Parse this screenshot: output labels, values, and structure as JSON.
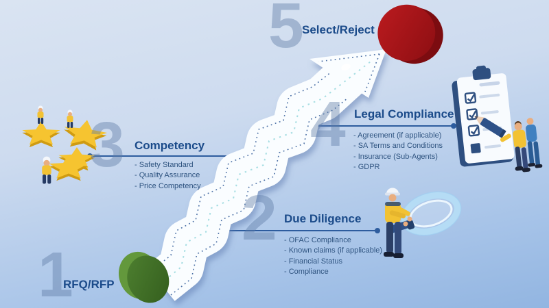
{
  "steps": [
    {
      "number": "1",
      "title": "RFQ/RFP",
      "bullets": []
    },
    {
      "number": "2",
      "title": "Due Diligence",
      "bullets": [
        "- OFAC Compliance",
        "- Known claims (if applicable)",
        "- Financial Status",
        "- Compliance"
      ]
    },
    {
      "number": "3",
      "title": "Competency",
      "bullets": [
        "- Safety Standard",
        "- Quality Assurance",
        "- Price Competency"
      ]
    },
    {
      "number": "4",
      "title": "Legal Compliance",
      "bullets": [
        "- Agreement (if applicable)",
        "- SA Terms and Conditions",
        "- Insurance (Sub-Agents)",
        "- GDPR"
      ]
    },
    {
      "number": "5",
      "title": "Select/Reject",
      "bullets": []
    }
  ],
  "icons": {
    "arrow": "wavy-ascending-arrow",
    "start_marker": "green-disc",
    "end_marker": "red-disc",
    "step2_illustration": "worker-with-magnifying-glass",
    "step3_illustration": "gold-stars-with-workers",
    "step4_illustration": "checklist-clipboard-with-workers"
  },
  "colors": {
    "background_top": "#dae4f2",
    "background_bottom": "#92b5e1",
    "title_text": "#1b4b8a",
    "bullet_text": "#2f5480",
    "watermark_number": "#5e7ba6",
    "connector": "#2d5c9e",
    "arrow_fill": "#fafdff",
    "start_disc_green": "#41702a",
    "end_disc_red": "#a31418",
    "star_yellow": "#f6c430"
  }
}
